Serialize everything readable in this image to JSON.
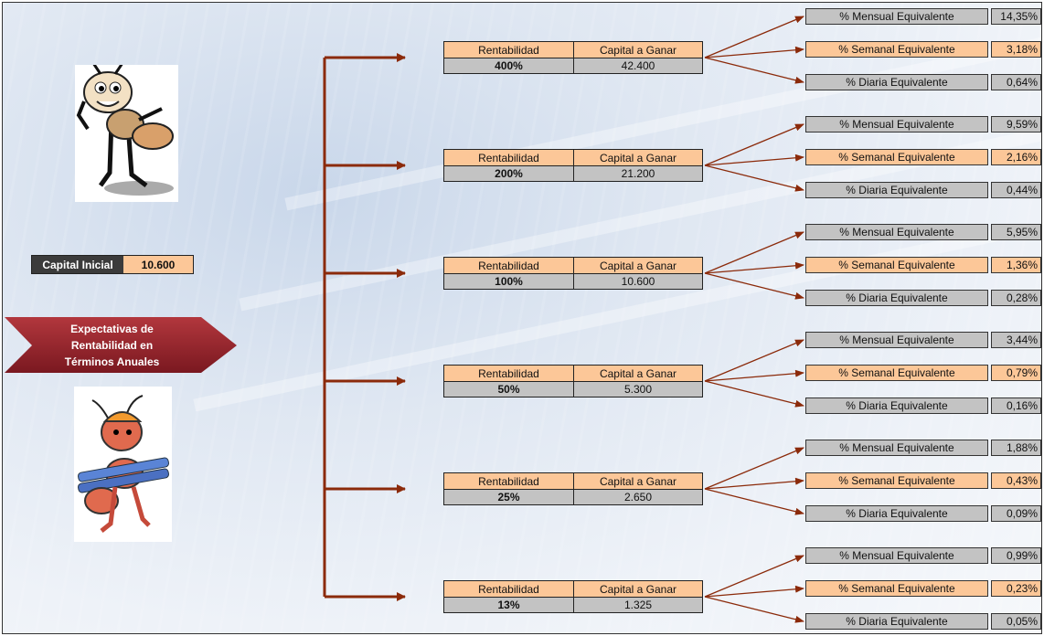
{
  "capital": {
    "label": "Capital Inicial",
    "value": "10.600"
  },
  "banner": {
    "line1": "Expectativas de",
    "line2": "Rentabilidad en",
    "line3": "Términos Anuales"
  },
  "headers": {
    "rentabilidad": "Rentabilidad",
    "capital": "Capital a Ganar"
  },
  "eq_labels": {
    "mensual": "% Mensual Equivalente",
    "semanal": "% Semanal Equivalente",
    "diaria": "% Diaria Equivalente"
  },
  "images": {
    "ant_top": "ant-cartoon",
    "ant_worker": "worker-ant-cartoon"
  },
  "colors": {
    "peach": "#fcc798",
    "grey": "#c3c3c3",
    "arrow": "#8b2a0a",
    "banner": "#8e1f26"
  },
  "scenarios": [
    {
      "rent": "400%",
      "capital": "42.400",
      "mensual": "14,35%",
      "semanal": "3,18%",
      "diaria": "0,64%"
    },
    {
      "rent": "200%",
      "capital": "21.200",
      "mensual": "9,59%",
      "semanal": "2,16%",
      "diaria": "0,44%"
    },
    {
      "rent": "100%",
      "capital": "10.600",
      "mensual": "5,95%",
      "semanal": "1,36%",
      "diaria": "0,28%"
    },
    {
      "rent": "50%",
      "capital": "5.300",
      "mensual": "3,44%",
      "semanal": "0,79%",
      "diaria": "0,16%"
    },
    {
      "rent": "25%",
      "capital": "2.650",
      "mensual": "1,88%",
      "semanal": "0,43%",
      "diaria": "0,09%"
    },
    {
      "rent": "13%",
      "capital": "1.325",
      "mensual": "0,99%",
      "semanal": "0,23%",
      "diaria": "0,05%"
    }
  ]
}
